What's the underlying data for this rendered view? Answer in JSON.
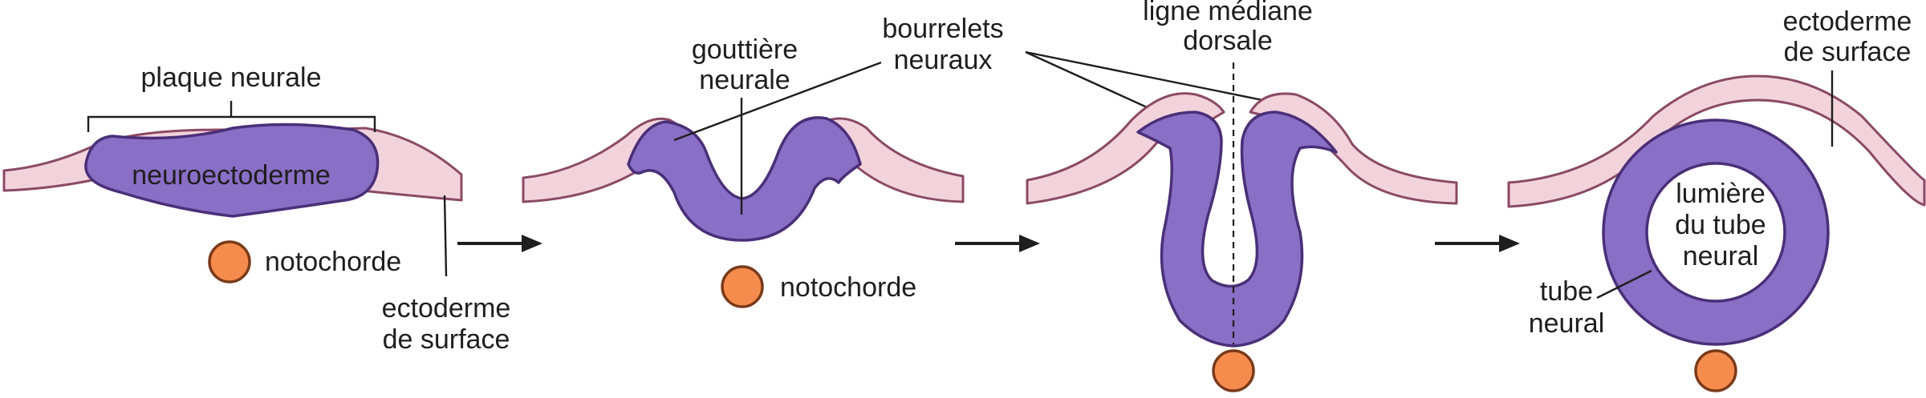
{
  "colors": {
    "neuroectoderm": "#8a6fc6",
    "neuroectoderm_outline": "#4a2f78",
    "surface_ectoderm": "#f2d3dc",
    "surface_ectoderm_outline": "#8a4a66",
    "notochord": "#f58c4e",
    "text": "#1e1e1e"
  },
  "stage1": {
    "plaque_line": "plaque neurale",
    "neuro_label": "neuroectoderme",
    "noto_label": "notochorde",
    "ecto_line1": "ectoderme",
    "ecto_line2": "de surface"
  },
  "stage2": {
    "gouttiere_line1": "gouttière",
    "gouttiere_line2": "neurale",
    "bourrelets_line1": "bourrelets",
    "bourrelets_line2": "neuraux",
    "noto_label": "notochorde"
  },
  "stage3": {
    "ligne_line1": "ligne médiane",
    "ligne_line2": "dorsale"
  },
  "stage4": {
    "ecto_line1": "ectoderme",
    "ecto_line2": "de surface",
    "lumiere_line1": "lumière",
    "lumiere_line2": "du tube",
    "lumiere_line3": "neural",
    "tube_line1": "tube",
    "tube_line2": "neural"
  }
}
